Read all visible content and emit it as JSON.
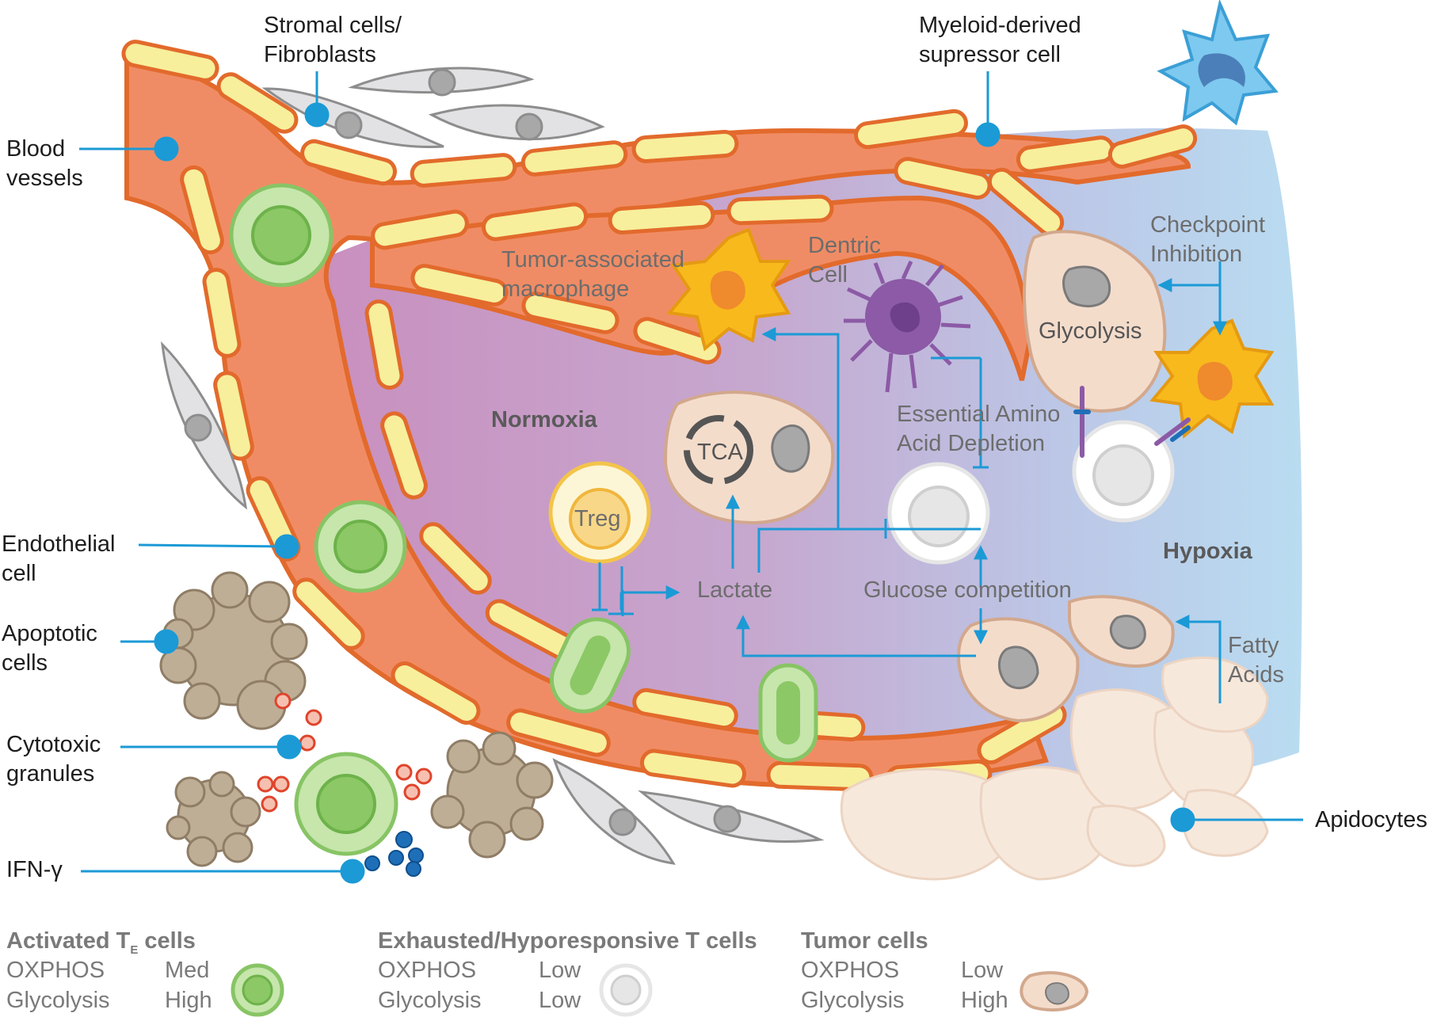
{
  "callouts": {
    "stromal": [
      "Stromal cells/",
      "Fibroblasts"
    ],
    "myeloid": [
      "Myeloid-derived",
      "supressor cell"
    ],
    "blood_vessels": [
      "Blood",
      "vessels"
    ],
    "endothelial": [
      "Endothelial",
      "cell"
    ],
    "apoptotic": [
      "Apoptotic",
      "cells"
    ],
    "cytotoxic": [
      "Cytotoxic",
      "granules"
    ],
    "ifn": "IFN-γ",
    "adipocytes": "Apidocytes"
  },
  "interior": {
    "tam": [
      "Tumor-associated",
      "macrophage"
    ],
    "dendritic": [
      "Dentric",
      "Cell"
    ],
    "checkpoint": [
      "Checkpoint",
      "Inhibition"
    ],
    "glycolysis": "Glycolysis",
    "normoxia": "Normoxia",
    "hypoxia": "Hypoxia",
    "tca": "TCA",
    "treg": "Treg",
    "lactate": "Lactate",
    "amino": [
      "Essential Amino",
      "Acid Depletion"
    ],
    "glucose": "Glucose competition",
    "fatty": [
      "Fatty",
      "Acids"
    ]
  },
  "legend": {
    "activated": {
      "title": "Activated T",
      "sub": "E",
      "title_end": " cells",
      "row1": [
        "OXPHOS",
        "Med"
      ],
      "row2": [
        "Glycolysis",
        "High"
      ]
    },
    "exhausted": {
      "title": "Exhausted/Hyporesponsive T cells",
      "row1": [
        "OXPHOS",
        "Low"
      ],
      "row2": [
        "Glycolysis",
        "Low"
      ]
    },
    "tumor": {
      "title": "Tumor cells",
      "row1": [
        "OXPHOS",
        "Low"
      ],
      "row2": [
        "Glycolysis",
        "High"
      ]
    }
  },
  "colors": {
    "vessel": "#f08c65",
    "vessel_edge": "#e26a2c",
    "endothelium": "#f7ef9c",
    "callout_line": "#1b9ad6",
    "t_effector": "#9fd27b",
    "tumor_cell": "#f4dccb",
    "adipocyte": "#f7e8dc",
    "normoxia_tint": "#c98fbf",
    "hypoxia_tint": "#b9dcf1",
    "macrophage": "#f8b91c",
    "dendritic": "#8c5aa6",
    "mdsc": "#7ec9ef",
    "apoptotic": "#bfae96"
  }
}
